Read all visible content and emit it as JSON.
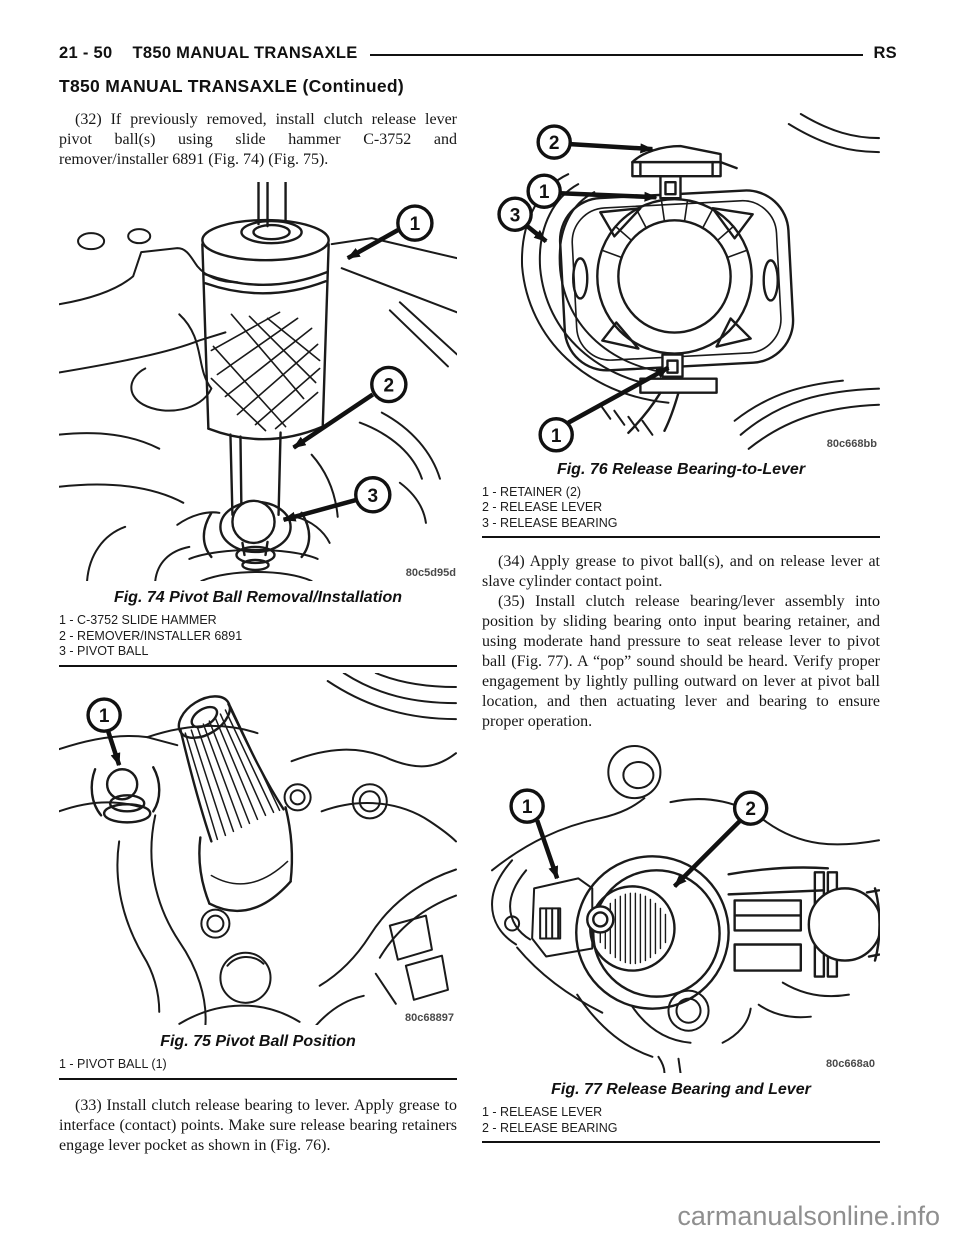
{
  "header": {
    "page_number": "21 - 50",
    "title": "T850 MANUAL TRANSAXLE",
    "code": "RS"
  },
  "section_title": "T850 MANUAL TRANSAXLE (Continued)",
  "watermark": "carmanualsonline.info",
  "colors": {
    "ink": "#161616",
    "line_art": "#1a1a1a",
    "watermark": "#8f8f8f",
    "figure_code": "#4a4a4a"
  },
  "left_column": {
    "para_32": "(32) If previously removed, install clutch release lever pivot ball(s) using slide hammer C-3752 and remover/installer 6891 (Fig. 74) (Fig. 75).",
    "fig74": {
      "caption": "Fig. 74 Pivot Ball Removal/Installation",
      "image_code": "80c5d95d",
      "legend": [
        "1 - C-3752 SLIDE HAMMER",
        "2 - REMOVER/INSTALLER 6891",
        "3 - PIVOT BALL"
      ],
      "callouts": [
        "1",
        "2",
        "3"
      ]
    },
    "fig75": {
      "caption": "Fig. 75 Pivot Ball Position",
      "image_code": "80c68897",
      "legend": [
        "1 - PIVOT BALL (1)"
      ],
      "callouts": [
        "1"
      ]
    },
    "para_33": "(33) Install clutch release bearing to lever. Apply grease to interface (contact) points. Make sure release bearing retainers engage lever pocket as shown in (Fig. 76)."
  },
  "right_column": {
    "fig76": {
      "caption": "Fig. 76 Release Bearing-to-Lever",
      "image_code": "80c668bb",
      "legend": [
        "1 - RETAINER (2)",
        "2 - RELEASE LEVER",
        "3 - RELEASE BEARING"
      ],
      "callouts": [
        "2",
        "1",
        "3",
        "1"
      ]
    },
    "para_34": "(34) Apply grease to pivot ball(s), and on release lever at slave cylinder contact point.",
    "para_35": "(35) Install clutch release bearing/lever assembly into position by sliding bearing onto input bearing retainer, and using moderate hand pressure to seat release lever to pivot ball (Fig. 77). A “pop” sound should be heard. Verify proper engagement by lightly pulling outward on lever at pivot ball location, and then actuating lever and bearing to ensure proper operation.",
    "fig77": {
      "caption": "Fig. 77 Release Bearing and Lever",
      "image_code": "80c668a0",
      "legend": [
        "1 - RELEASE LEVER",
        "2 - RELEASE BEARING"
      ],
      "callouts": [
        "1",
        "2"
      ]
    }
  }
}
